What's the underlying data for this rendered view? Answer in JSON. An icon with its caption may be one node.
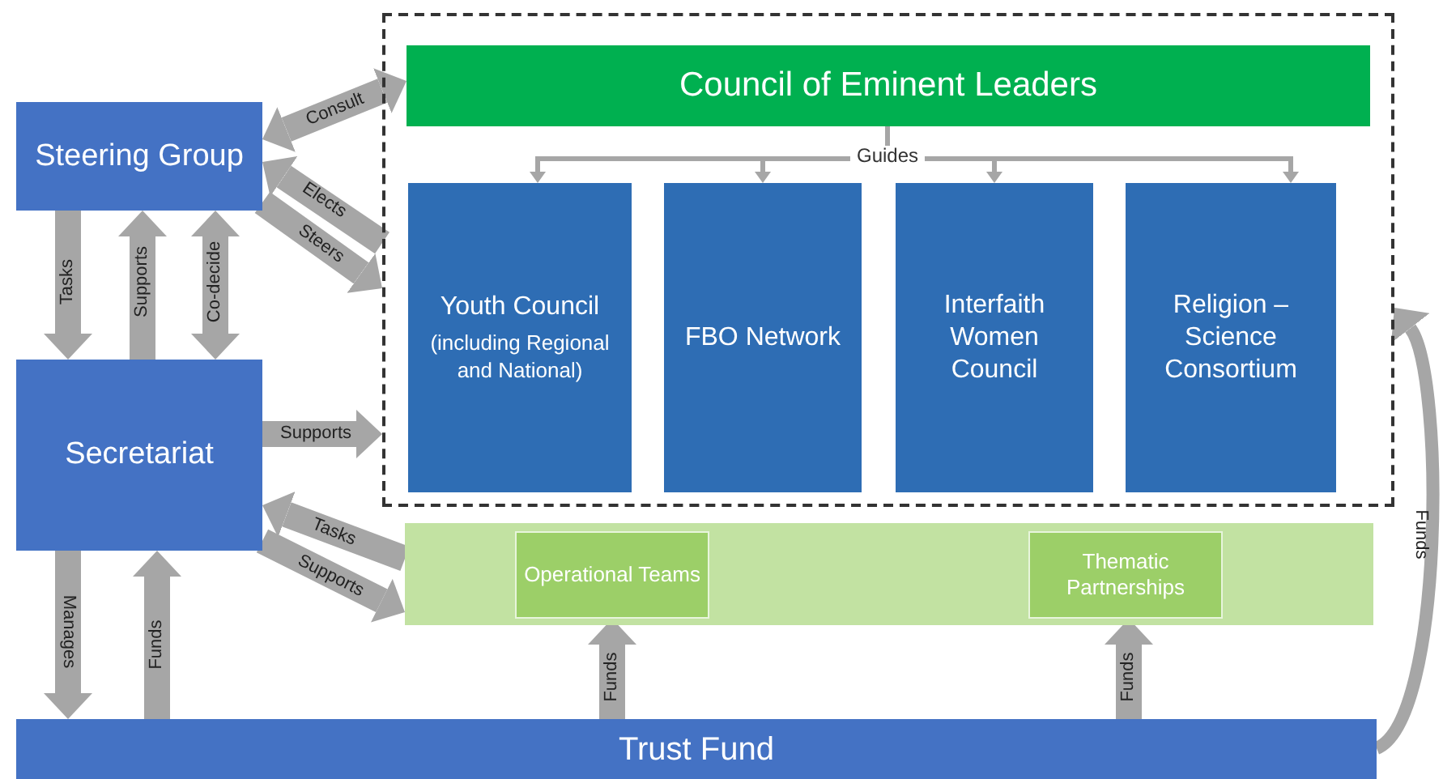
{
  "diagram": {
    "nodes": [
      {
        "text": [
          "Steering Group"
        ]
      },
      {
        "text": [
          "Secretariat"
        ]
      },
      {
        "text": [],
        "shape": "box"
      },
      {
        "text": [
          "Council of Eminent Leaders"
        ],
        "in": 2
      },
      {
        "text": [
          "Youth Council",
          "(including Regional and National)"
        ],
        "in": 2
      },
      {
        "text": [
          "FBO Network"
        ],
        "in": 2
      },
      {
        "text": [
          "Interfaith Women Council"
        ],
        "in": 2
      },
      {
        "text": [
          "Religion – Science Consortium"
        ],
        "in": 2
      },
      {
        "text": [],
        "shape": "box"
      },
      {
        "text": [
          "Operational Teams"
        ],
        "in": 8
      },
      {
        "text": [
          "Thematic Partnerships"
        ],
        "in": 8
      },
      {
        "text": [
          "Trust Fund"
        ]
      }
    ],
    "edges": [
      {
        "from": 0,
        "to": 3,
        "arrow": "both",
        "label": "Consult"
      },
      {
        "from": 2,
        "to": 0,
        "arrow": "to",
        "label": "Elects"
      },
      {
        "from": 0,
        "to": 2,
        "arrow": "to",
        "label": "Steers"
      },
      {
        "from": 0,
        "to": 1,
        "arrow": "to",
        "label": "Tasks"
      },
      {
        "from": 1,
        "to": 0,
        "arrow": "to",
        "label": "Supports"
      },
      {
        "from": 0,
        "to": 1,
        "arrow": "both",
        "label": "Co-decide"
      },
      {
        "from": 1,
        "to": 2,
        "arrow": "to",
        "label": "Supports"
      },
      {
        "from": 8,
        "to": 1,
        "arrow": "to",
        "label": "Tasks"
      },
      {
        "from": 1,
        "to": 8,
        "arrow": "to",
        "label": "Supports"
      },
      {
        "from": 1,
        "to": 11,
        "arrow": "to",
        "label": "Manages"
      },
      {
        "from": 11,
        "to": 1,
        "arrow": "to",
        "label": "Funds"
      },
      {
        "from": 11,
        "to": 9,
        "arrow": "to",
        "label": "Funds"
      },
      {
        "from": 11,
        "to": 10,
        "arrow": "to",
        "label": "Funds"
      },
      {
        "from": 11,
        "to": 2,
        "arrow": "to",
        "label": "Funds"
      },
      {
        "from": 3,
        "to": 4,
        "arrow": "to",
        "label": "Guides"
      },
      {
        "from": 3,
        "to": 5,
        "arrow": "to"
      },
      {
        "from": 3,
        "to": 6,
        "arrow": "to"
      },
      {
        "from": 3,
        "to": 7,
        "arrow": "to"
      }
    ]
  }
}
